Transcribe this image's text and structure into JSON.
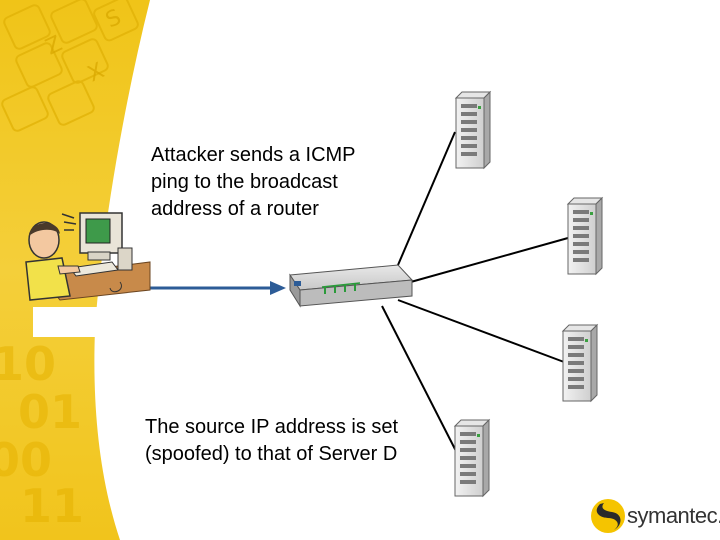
{
  "captions": {
    "ping": "Attacker sends a ICMP\nping to the broadcast\naddress of a router",
    "spoof": "The source IP address is set\n(spoofed) to that of Server D"
  },
  "logo": {
    "text": "symantec."
  },
  "colors": {
    "background_band": "#f2c51a",
    "arrow": "#2d5c97",
    "logo_yellow": "#f5c400",
    "logo_dark": "#2a2a2a"
  },
  "icons": [
    "attacker-computer-icon",
    "router-icon",
    "server-icon",
    "symantec-logo-icon"
  ]
}
